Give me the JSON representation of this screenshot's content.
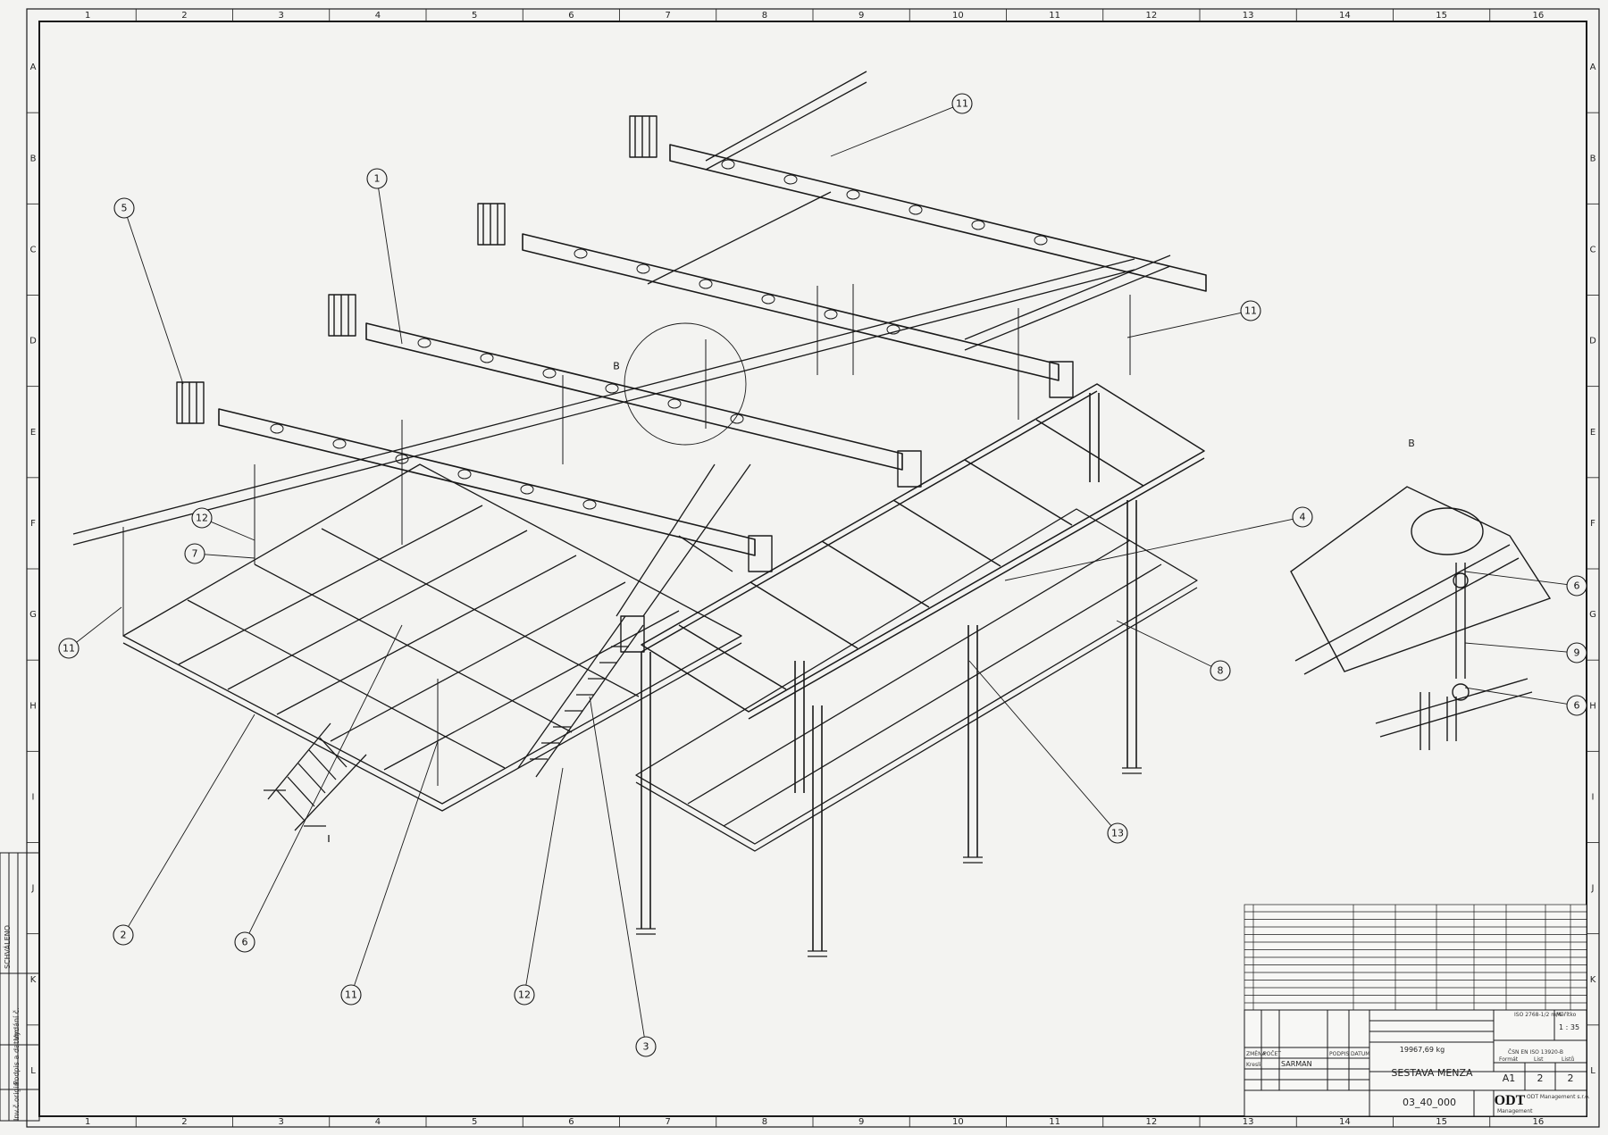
{
  "frame": {
    "columns": [
      "1",
      "2",
      "3",
      "4",
      "5",
      "6",
      "7",
      "8",
      "9",
      "10",
      "11",
      "12",
      "13",
      "14",
      "15",
      "16"
    ],
    "rows": [
      "A",
      "B",
      "C",
      "D",
      "E",
      "F",
      "G",
      "H",
      "I",
      "J",
      "K",
      "L"
    ]
  },
  "callouts": [
    {
      "id": "c11a",
      "label": "11"
    },
    {
      "id": "c1",
      "label": "1"
    },
    {
      "id": "c5",
      "label": "5"
    },
    {
      "id": "c11b",
      "label": "11"
    },
    {
      "id": "c4",
      "label": "4"
    },
    {
      "id": "c12a",
      "label": "12"
    },
    {
      "id": "c7",
      "label": "7"
    },
    {
      "id": "c11c",
      "label": "11"
    },
    {
      "id": "c8",
      "label": "8"
    },
    {
      "id": "c13",
      "label": "13"
    },
    {
      "id": "c2",
      "label": "2"
    },
    {
      "id": "c6a",
      "label": "6"
    },
    {
      "id": "c11d",
      "label": "11"
    },
    {
      "id": "c12b",
      "label": "12"
    },
    {
      "id": "c3",
      "label": "3"
    },
    {
      "id": "c6b",
      "label": "6"
    },
    {
      "id": "c9",
      "label": "9"
    },
    {
      "id": "c6c",
      "label": "6"
    }
  ],
  "detail": {
    "marker_main": "B",
    "title": "B"
  },
  "side_strip": {
    "labels": [
      "SCHVÁLENO",
      "Vydání č.",
      "Podpis a datum",
      "Inv.č.origin."
    ]
  },
  "title_block": {
    "weight": "19967,69 kg",
    "drawing_name": "SESTAVA MENZA",
    "drawing_number": "03_40_000",
    "format_label": "Formát",
    "format_value": "A1",
    "sheet_label": "List",
    "sheet_value": "2",
    "sheets_label": "Listů",
    "sheets_value": "2",
    "scale_label": "Měřítko",
    "scale_value": "1 : 35",
    "drawn_by_label": "Kreslil",
    "drawn_by_value": "SARMAN",
    "change_label": "ZMĚNA",
    "count_label": "POČET",
    "signature_label": "PODPIS",
    "date_label": "DATUM",
    "norm_iso": "ISO 2768-1/2 m/K",
    "norm_weld": "ČSN EN ISO 13920-B",
    "company": "ODT",
    "company_name": "ODT Management s.r.o.",
    "company_sub": "Management"
  }
}
